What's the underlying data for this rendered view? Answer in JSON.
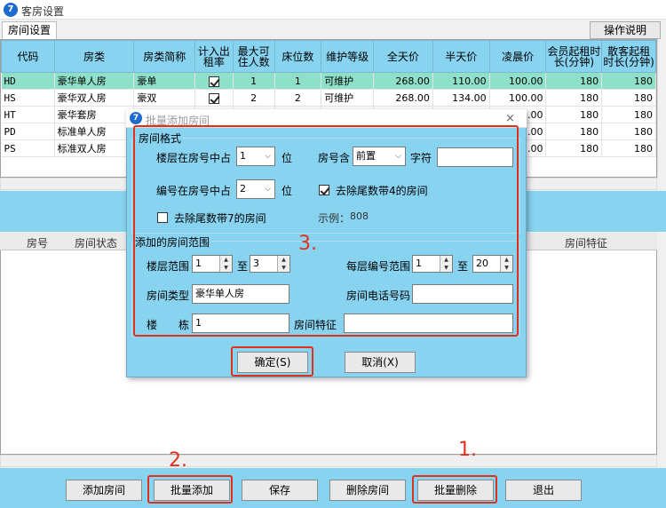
{
  "window": {
    "title": "客房设置",
    "logo_glyph": "7"
  },
  "tab": {
    "label": "房间设置"
  },
  "help_button": "操作说明",
  "columns": [
    "代码",
    "房类",
    "房类简称",
    "计入出租率",
    "最大可住人数",
    "床位数",
    "维护等级",
    "全天价",
    "半天价",
    "凌晨价",
    "会员起租时长(分钟)",
    "散客起租时长(分钟)"
  ],
  "rows": [
    {
      "code": "HD",
      "type": "豪华单人房",
      "short": "豪单",
      "checked": true,
      "max": "1",
      "beds": "1",
      "maint": "可维护",
      "full": "268.00",
      "half": "110.00",
      "early": "100.00",
      "member": "180",
      "guest": "180",
      "selected": true
    },
    {
      "code": "HS",
      "type": "豪华双人房",
      "short": "豪双",
      "checked": true,
      "max": "2",
      "beds": "2",
      "maint": "可维护",
      "full": "268.00",
      "half": "134.00",
      "early": "100.00",
      "member": "180",
      "guest": "180",
      "selected": false
    },
    {
      "code": "HT",
      "type": "豪华套房",
      "short": "",
      "checked": false,
      "max": "",
      "beds": "",
      "maint": "",
      "full": "",
      "half": "",
      "early": ".00",
      "member": "180",
      "guest": "180",
      "selected": false
    },
    {
      "code": "PD",
      "type": "标准单人房",
      "short": "",
      "checked": false,
      "max": "",
      "beds": "",
      "maint": "",
      "full": "",
      "half": "",
      "early": ".00",
      "member": "180",
      "guest": "180",
      "selected": false
    },
    {
      "code": "PS",
      "type": "标准双人房",
      "short": "",
      "checked": false,
      "max": "",
      "beds": "",
      "maint": "",
      "full": "",
      "half": "",
      "early": ".00",
      "member": "180",
      "guest": "180",
      "selected": false
    }
  ],
  "lower_grid": {
    "col_room_no": "房号",
    "col_status": "房间状态",
    "col_feature": "房间特征"
  },
  "footer_buttons": {
    "add_room": "添加房间",
    "batch_add": "批量添加",
    "save": "保存",
    "delete_room": "删除房间",
    "batch_delete": "批量删除",
    "exit": "退出"
  },
  "dialog": {
    "title": "批量添加房间",
    "close_glyph": "×",
    "format_group": "房间格式",
    "floor_label": "楼层在房号中占",
    "floor_value": "1",
    "unit": "位",
    "prefix_label": "房号含",
    "prefix_value": "前置",
    "char_label": "字符",
    "char_value": "",
    "number_label": "编号在房号中占",
    "number_value": "2",
    "exclude4_label": "去除尾数带4的房间",
    "exclude4_checked": true,
    "exclude7_label": "去除尾数带7的房间",
    "exclude7_checked": false,
    "example_label": "示例：",
    "example_value": "808",
    "range_group": "添加的房间范围",
    "floor_range_label": "楼层范围",
    "floor_from": "1",
    "floor_to": "3",
    "to_label": "至",
    "per_floor_label": "每层编号范围",
    "num_from": "1",
    "num_to": "20",
    "room_type_label": "房间类型",
    "room_type_value": "豪华单人房",
    "phone_label": "房间电话号码",
    "phone_value": "",
    "building_label": "楼　　栋",
    "building_value": "1",
    "feature_label": "房间特征",
    "feature_value": "",
    "ok": "确定(S)",
    "cancel": "取消(X)"
  },
  "annotations": {
    "n1": "1.",
    "n2": "2.",
    "n3": "3."
  },
  "colors": {
    "accent_blue": "#87d3f0",
    "selected_row": "#8fe0c8",
    "highlight_red": "#e0301e"
  }
}
